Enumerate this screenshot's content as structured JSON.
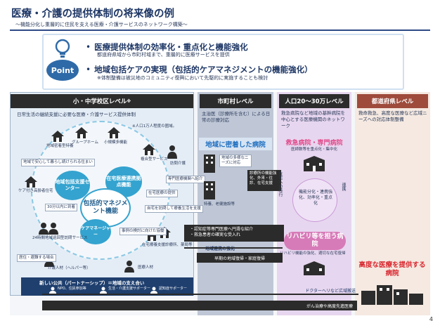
{
  "title": "医療・介護の提供体制の将来像の例",
  "subtitle": "～機能分化し重層的に住民を支える医療・介護サービスのネットワーク構築～",
  "point": {
    "icon_label": "Point",
    "item1_title": "医療提供体制の効率化・重点化と機能強化",
    "item1_sub": "都道府県域から市町村域まで、重層的に医療サービスを提供",
    "item2_title": "地域包括ケアの実現（包括的ケアマネジメントの機能強化）",
    "item2_sub": "※体制整備は被災地のコミュニティ復興において先駆的に実施することも検討"
  },
  "columns": {
    "school": {
      "head": "小・中学校区レベル",
      "head_mark": "※",
      "desc": "日常生活の継続支援に必要な医療・介護サービス提供体制",
      "note": "※人口1万人程度の圏域。"
    },
    "city": {
      "head": "市町村レベル",
      "desc": "主治医（診療所を含む）による日常の診療対応",
      "hospital": "地域に密着した病院",
      "bubble": "地域の多様なニーズに対応",
      "caption": "特養、老健施設等"
    },
    "pop": {
      "head": "人口20～30万レベル",
      "desc": "救急病院など地域の基幹病院を中心とする医療機関のネットワーク",
      "hospital": "救急病院・専門病院",
      "hospital_sub": "医師数等を重点化・集中化",
      "functions": "機能分化・連携強化、効率化・重点化",
      "rehab": "リハビリ等を担う病院",
      "rehab_sub": "リハビリ機能の強化、適切な在宅復帰"
    },
    "pref": {
      "head": "都道府県レベル",
      "desc": "救命救急、高度な医療など広域ニーズへの対応体制整備",
      "hospital": "高度な医療を提供する病院"
    }
  },
  "school_nodes": {
    "center1": "地域包括支援センター",
    "center2": "在宅医療連携拠点機能",
    "core": "包括的マネジメント機能",
    "care": "ケアマネージャー",
    "house1": "地域密着型特養",
    "house2": "グループホーム",
    "house3": "小規模多機能",
    "house4": "複合型サービス",
    "visit": "訪問介護",
    "house5": "ケア付き高齢者住宅",
    "house6": "24時間地域巡回型訪問サービス",
    "house7": "在宅療養支援診療所、薬局等",
    "label1": "地域で安心して暮らし続けられる住まい",
    "label2": "30分以内に到着",
    "label3": "介護人材（ヘルパー等）",
    "label4": "医療人材",
    "label5": "在宅医療の提供",
    "label6": "自宅を訪問して療養生活を支援",
    "label7": "事例の検討に向けた協働",
    "label8": "居住・避難する場合",
    "label9": "専門医療機関へ紹介"
  },
  "public": {
    "title": "新しい公共（パートナーシップ）＝地域の支え合い",
    "item1": "NPO、住民参加等",
    "item2": "生活・介護支援サポーター",
    "item3": "認知症サポーター"
  },
  "bands": {
    "band1": "・認知症等専門医療へ円滑な紹介",
    "band1b": "・救急患者の確実な受入れ",
    "band2": "地域連携の強化",
    "band3": "早期の地域復帰・家庭復帰",
    "band4": "ドクターヘリなど広域搬送",
    "band5": "がん治療や高度先進医療",
    "band6": "診療所の機能強化、外来・往診、在宅支援",
    "band7": "在宅への移行",
    "band8": "連携"
  },
  "page_number": "4"
}
